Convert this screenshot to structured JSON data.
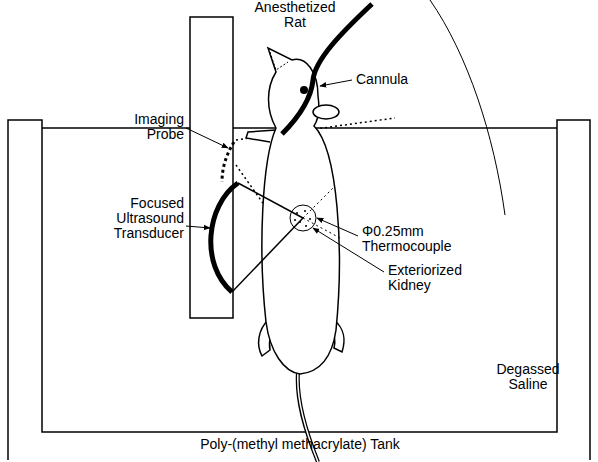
{
  "diagram": {
    "labels": [
      "Anesthetized Rat",
      "Cannula",
      "Imaging Probe",
      "Focused Ultrasound Transducer",
      "Φ0.25mm Thermocouple",
      "Exteriorized Kidney",
      "Degassed Saline",
      "Poly-(methyl methacrylate) Tank"
    ]
  }
}
